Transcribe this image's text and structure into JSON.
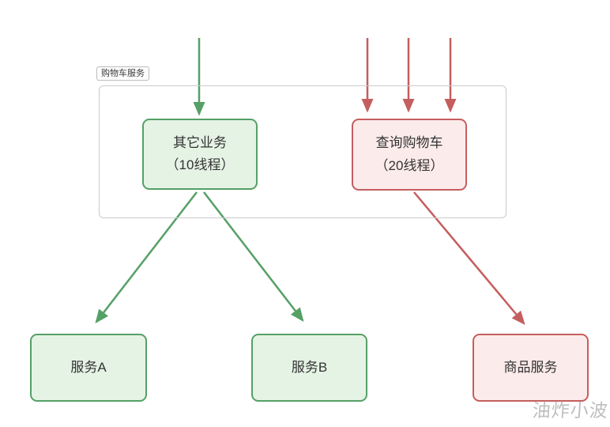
{
  "colors": {
    "green_border": "#55a066",
    "green_fill": "#e5f3e5",
    "red_border": "#c55e5f",
    "red_fill": "#fcebeb",
    "container_border": "#c9cbcd",
    "text_color": "#333333",
    "watermark_color": "#b3b3b3"
  },
  "group": {
    "label": "购物车服务"
  },
  "nodes": {
    "other_business": {
      "line1": "其它业务",
      "line2": "（10线程）"
    },
    "query_cart": {
      "line1": "查询购物车",
      "line2": "（20线程）"
    },
    "service_a": {
      "label": "服务A"
    },
    "service_b": {
      "label": "服务B"
    },
    "product_service": {
      "label": "商品服务"
    }
  },
  "watermark": "油炸小波"
}
